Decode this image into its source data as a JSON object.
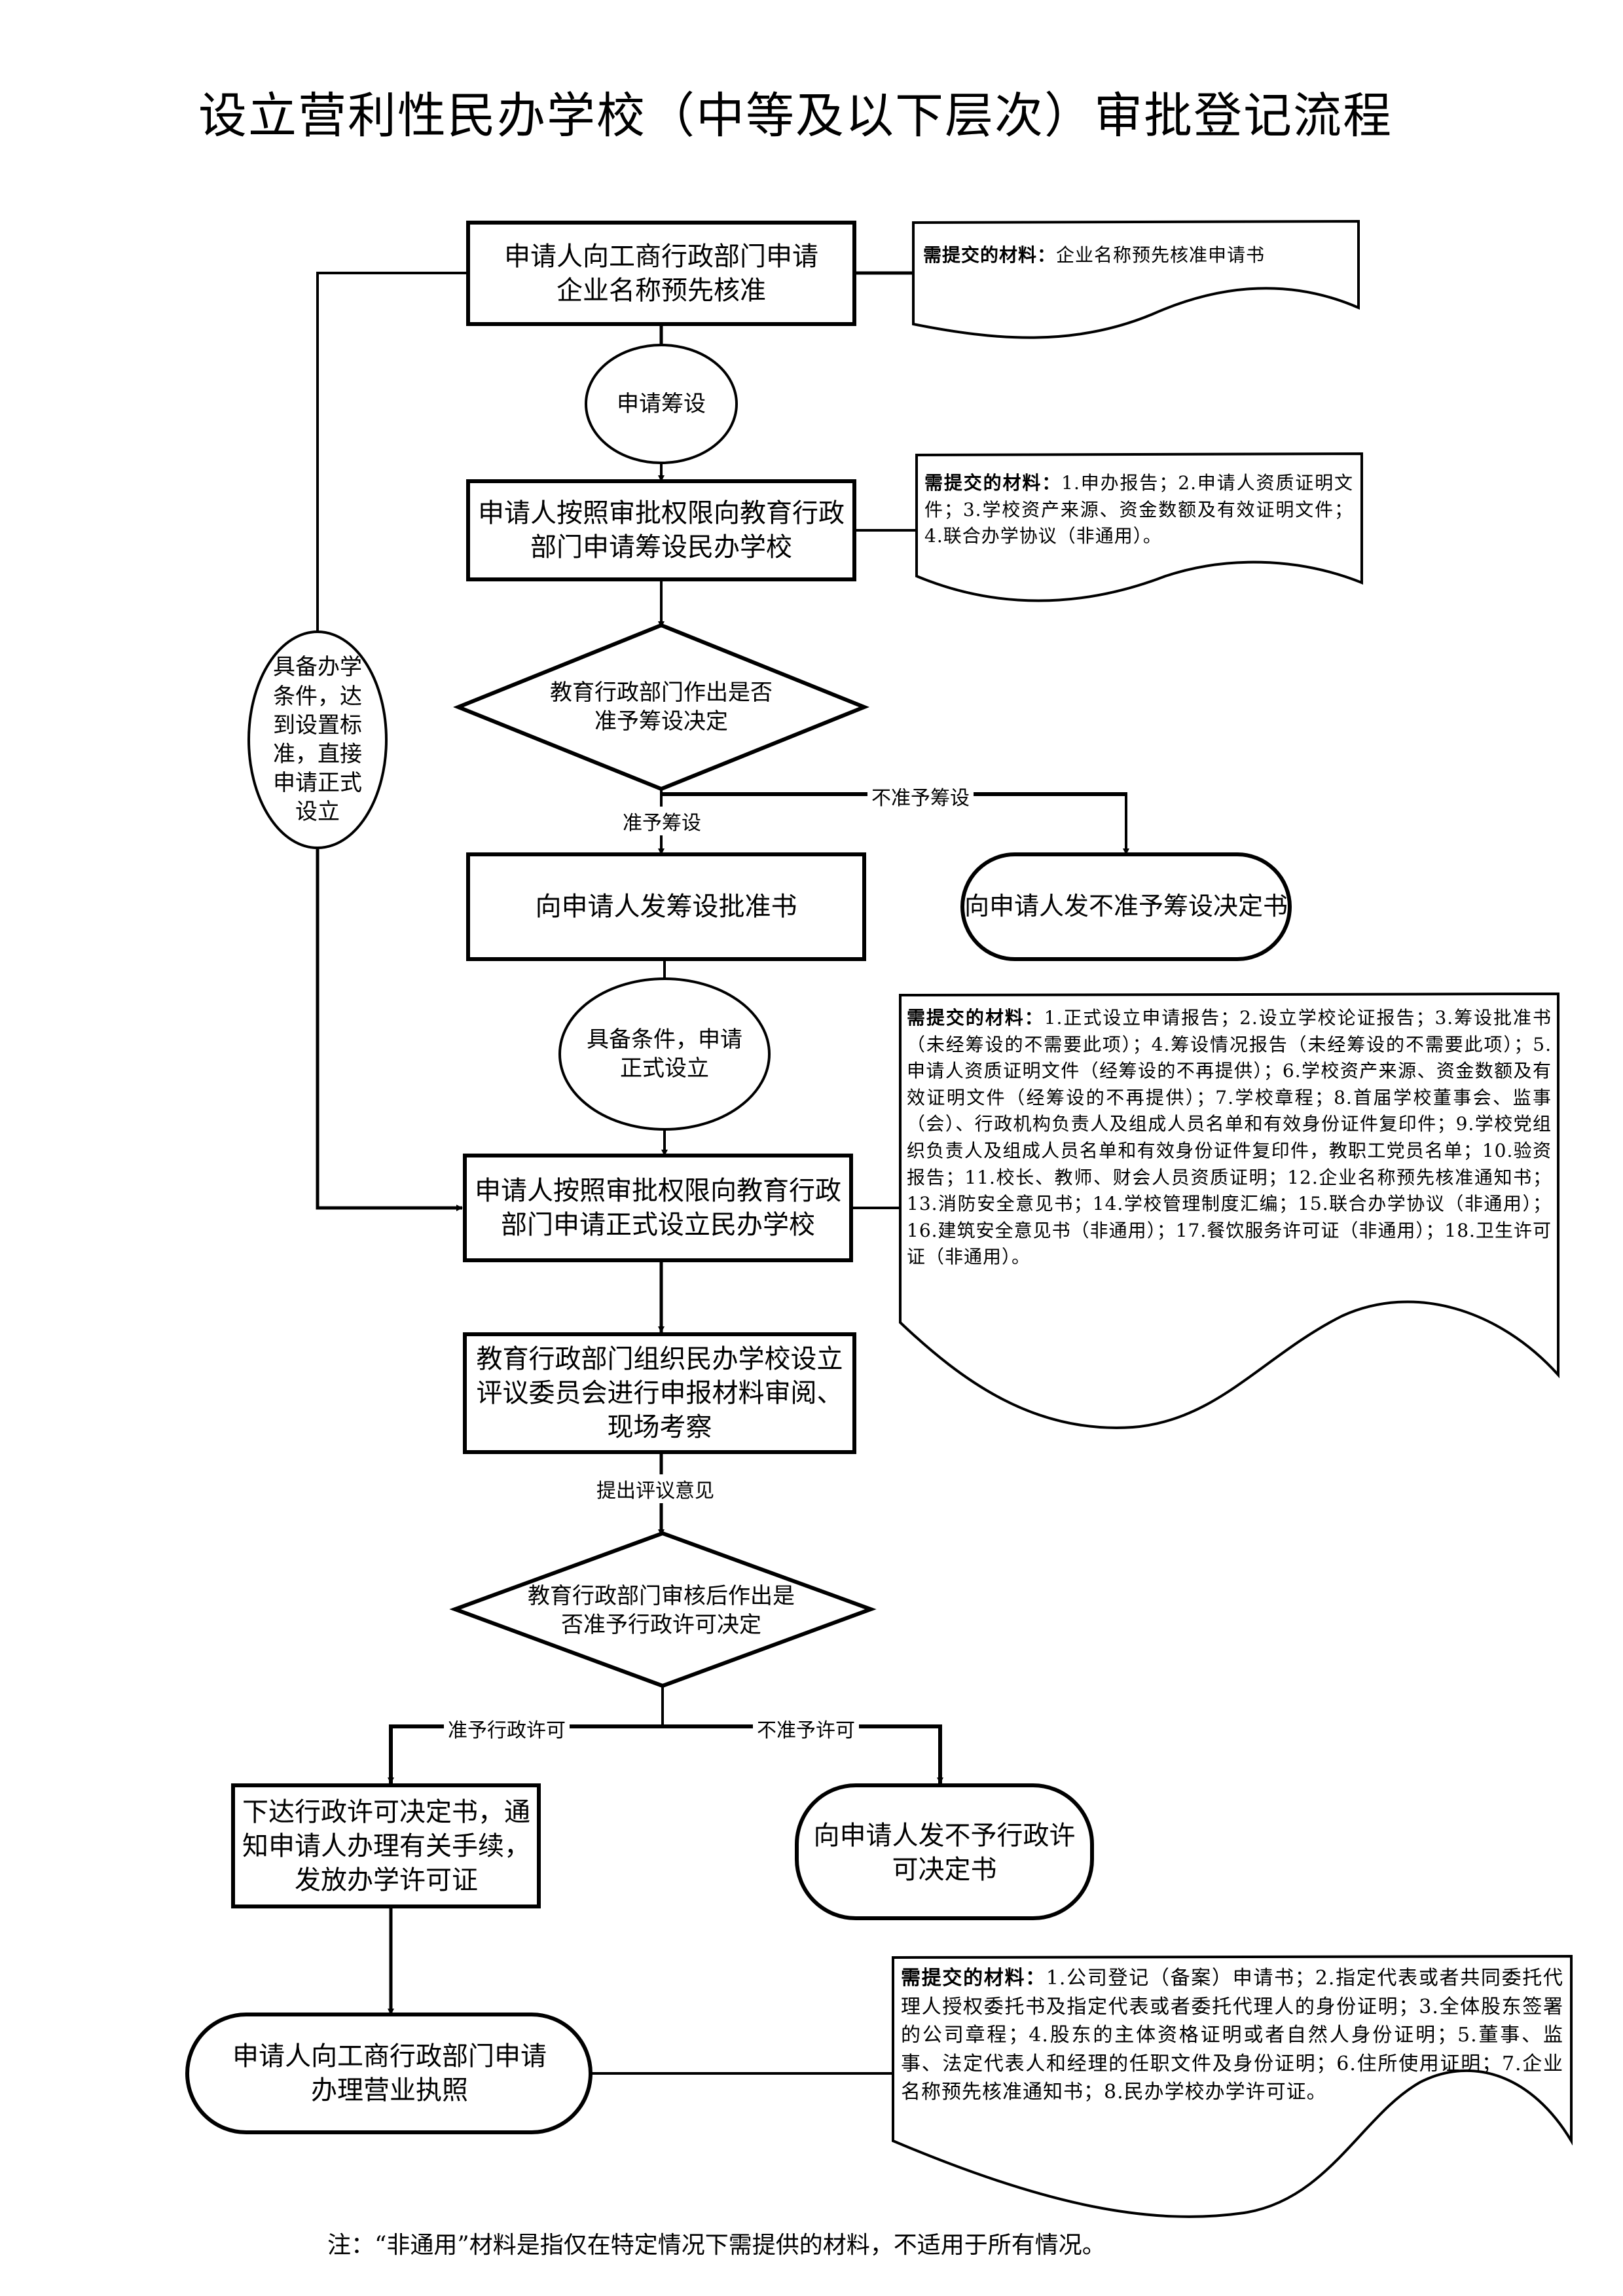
{
  "title": "设立营利性民办学校（中等及以下层次）审批登记流程",
  "materials_label": "需提交的材料：",
  "nodes": {
    "name_precheck": "申请人向工商行政部门申请企业名称预先核准",
    "apply_prep_connector": "申请筹设",
    "apply_prep": "申请人按照审批权限向教育行政部门申请筹设民办学校",
    "decision_prep": "教育行政部门作出是否准予筹设决定",
    "issue_prep_approval": "向申请人发筹设批准书",
    "issue_prep_denial": "向申请人发不准予筹设决定书",
    "ready_connector": "具备条件，申请正式设立",
    "direct_apply_connector": "具备办学条件，达到设置标准，直接申请正式设立",
    "apply_formal": "申请人按照审批权限向教育行政部门申请正式设立民办学校",
    "review": "教育行政部门组织民办学校设立评议委员会进行申报材料审阅、现场考察",
    "decision_license": "教育行政部门审核后作出是否准予行政许可决定",
    "issue_license": "下达行政许可决定书，通知申请人办理有关手续，发放办学许可证",
    "issue_license_denial": "向申请人发不予行政许可决定书",
    "business_license": "申请人向工商行政部门申请办理营业执照"
  },
  "edge_labels": {
    "prep_yes": "准予筹设",
    "prep_no": "不准予筹设",
    "review_opinion": "提出评议意见",
    "license_yes": "准予行政许可",
    "license_no": "不准予许可"
  },
  "materials": {
    "name_precheck": "企业名称预先核准申请书",
    "apply_prep": "1.申办报告；2.申请人资质证明文件；3.学校资产来源、资金数额及有效证明文件；4.联合办学协议（非通用）。",
    "apply_formal": "1.正式设立申请报告；2.设立学校论证报告；3.筹设批准书（未经筹设的不需要此项）；4.筹设情况报告（未经筹设的不需要此项）；5.申请人资质证明文件（经筹设的不再提供）；6.学校资产来源、资金数额及有效证明文件（经筹设的不再提供）；7.学校章程；8.首届学校董事会、监事（会）、行政机构负责人及组成人员名单和有效身份证件复印件；9.学校党组织负责人及组成人员名单和有效身份证件复印件，教职工党员名单；10.验资报告；11.校长、教师、财会人员资质证明；12.企业名称预先核准通知书；13.消防安全意见书；14.学校管理制度汇编；15.联合办学协议（非通用）；16.建筑安全意见书（非通用）；17.餐饮服务许可证（非通用）；18.卫生许可证（非通用）。",
    "business_license": "1.公司登记（备案）申请书；2.指定代表或者共同委托代理人授权委托书及指定代表或者委托代理人的身份证明；3.全体股东签署的公司章程；4.股东的主体资格证明或者自然人身份证明；5.董事、监事、法定代表人和经理的任职文件及身份证明；6.住所使用证明；7.企业名称预先核准通知书；8.民办学校办学许可证。"
  },
  "footnote": "注：“非通用”材料是指仅在特定情况下需提供的材料，不适用于所有情况。"
}
